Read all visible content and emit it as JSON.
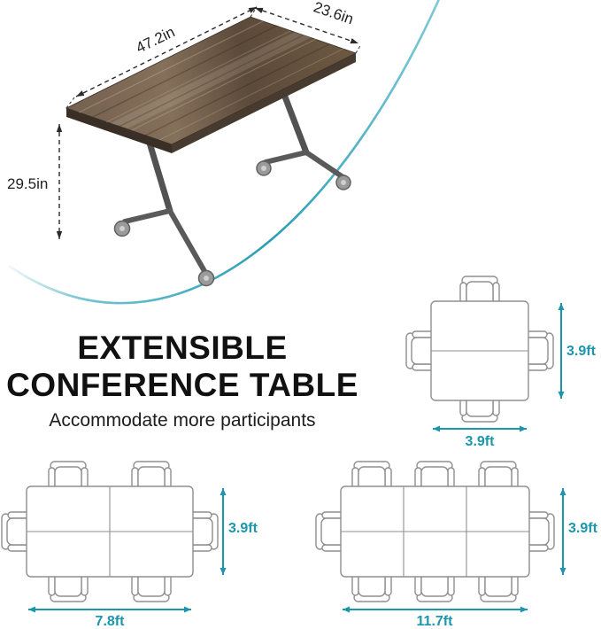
{
  "page": {
    "background": "#ffffff"
  },
  "colors": {
    "accent": "#1b96ac",
    "ink": "#111111",
    "diagram_outline": "#8f8f8f",
    "wood": "#6f5b49"
  },
  "illustration": {
    "name": "flip-top conference table with casters",
    "length_label": "47.2in",
    "depth_label": "23.6in",
    "height_label": "29.5in"
  },
  "heading": {
    "line1": "EXTENSIBLE",
    "line2": "CONFERENCE TABLE",
    "subtitle": "Accommodate more participants"
  },
  "layouts": {
    "square": {
      "seats": 4,
      "width_label": "3.9ft",
      "depth_label": "3.9ft"
    },
    "six_seat": {
      "seats": 6,
      "width_label": "7.8ft",
      "depth_label": "3.9ft"
    },
    "eight_seat": {
      "seats": 8,
      "width_label": "11.7ft",
      "depth_label": "3.9ft"
    }
  }
}
